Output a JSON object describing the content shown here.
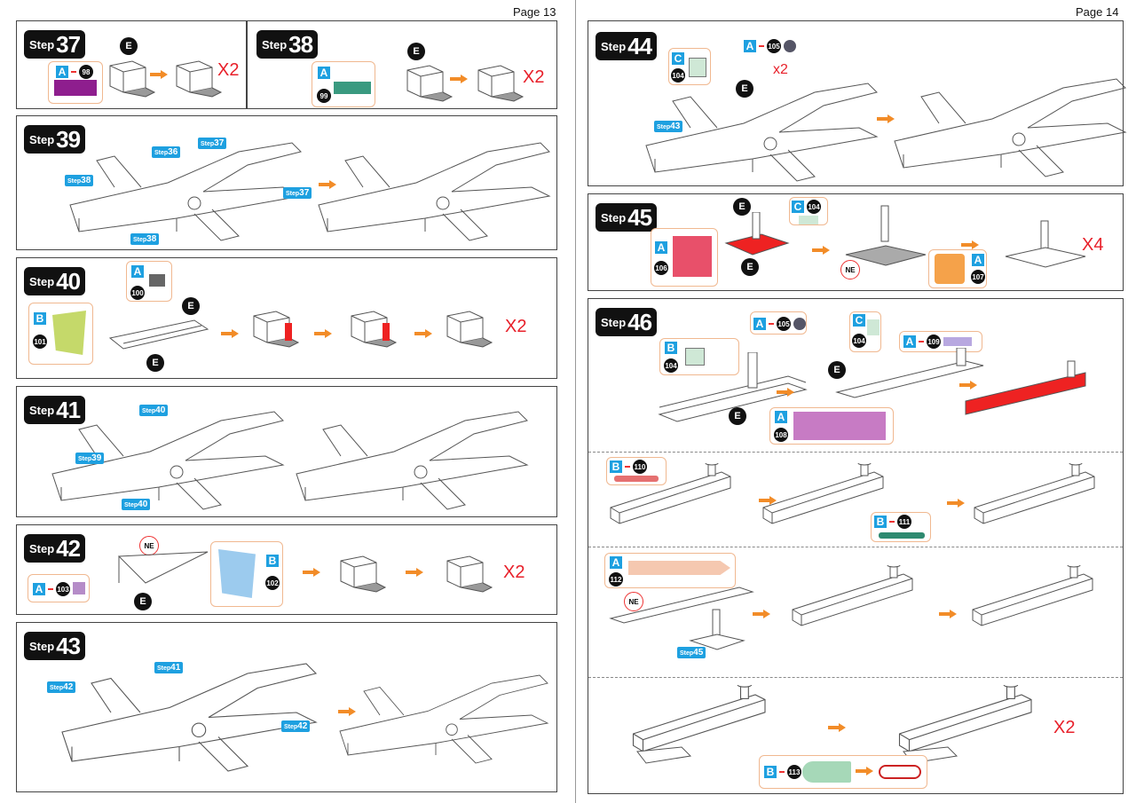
{
  "pages": {
    "left": "Page 13",
    "right": "Page 14"
  },
  "step_word": "Step",
  "colors": {
    "part_letter": "#1ea0e0",
    "multiplier": "#e8202a",
    "arrow": "#f28c28",
    "callout_border": "#f0b890"
  },
  "steps": {
    "s37": {
      "number": "37",
      "parts": [
        {
          "letter": "A",
          "num": "98"
        }
      ],
      "E": "E",
      "mult": "X2"
    },
    "s38": {
      "number": "38",
      "parts": [
        {
          "letter": "A",
          "num": "99"
        }
      ],
      "E": "E",
      "mult": "X2"
    },
    "s39": {
      "number": "39",
      "refs": [
        "36",
        "37",
        "38",
        "37",
        "38"
      ]
    },
    "s40": {
      "number": "40",
      "parts": [
        {
          "letter": "A",
          "num": "100"
        },
        {
          "letter": "B",
          "num": "101"
        }
      ],
      "E": "E",
      "mult": "X2"
    },
    "s41": {
      "number": "41",
      "refs": [
        "40",
        "39",
        "40"
      ]
    },
    "s42": {
      "number": "42",
      "parts": [
        {
          "letter": "A",
          "num": "103"
        },
        {
          "letter": "B",
          "num": "102"
        }
      ],
      "E": "E",
      "NE": "NE",
      "mult": "X2"
    },
    "s43": {
      "number": "43",
      "refs": [
        "41",
        "42",
        "42"
      ]
    },
    "s44": {
      "number": "44",
      "parts": [
        {
          "letter": "C",
          "num": "104"
        },
        {
          "letter": "A",
          "num": "105"
        }
      ],
      "E": "E",
      "mult": "x2",
      "refs": [
        "43"
      ]
    },
    "s45": {
      "number": "45",
      "parts": [
        {
          "letter": "C",
          "num": "104"
        },
        {
          "letter": "A",
          "num": "106"
        },
        {
          "letter": "A",
          "num": "107"
        }
      ],
      "E": "E",
      "NE": "NE",
      "mult": "X4"
    },
    "s46": {
      "number": "46",
      "parts": [
        {
          "letter": "A",
          "num": "105"
        },
        {
          "letter": "B",
          "num": "104"
        },
        {
          "letter": "C",
          "num": "104"
        },
        {
          "letter": "A",
          "num": "109"
        },
        {
          "letter": "A",
          "num": "108"
        },
        {
          "letter": "B",
          "num": "110"
        },
        {
          "letter": "B",
          "num": "111"
        },
        {
          "letter": "A",
          "num": "112"
        },
        {
          "letter": "B",
          "num": "113"
        }
      ],
      "E": "E",
      "NE": "NE",
      "refs": [
        "45"
      ],
      "mult": "X2"
    }
  }
}
